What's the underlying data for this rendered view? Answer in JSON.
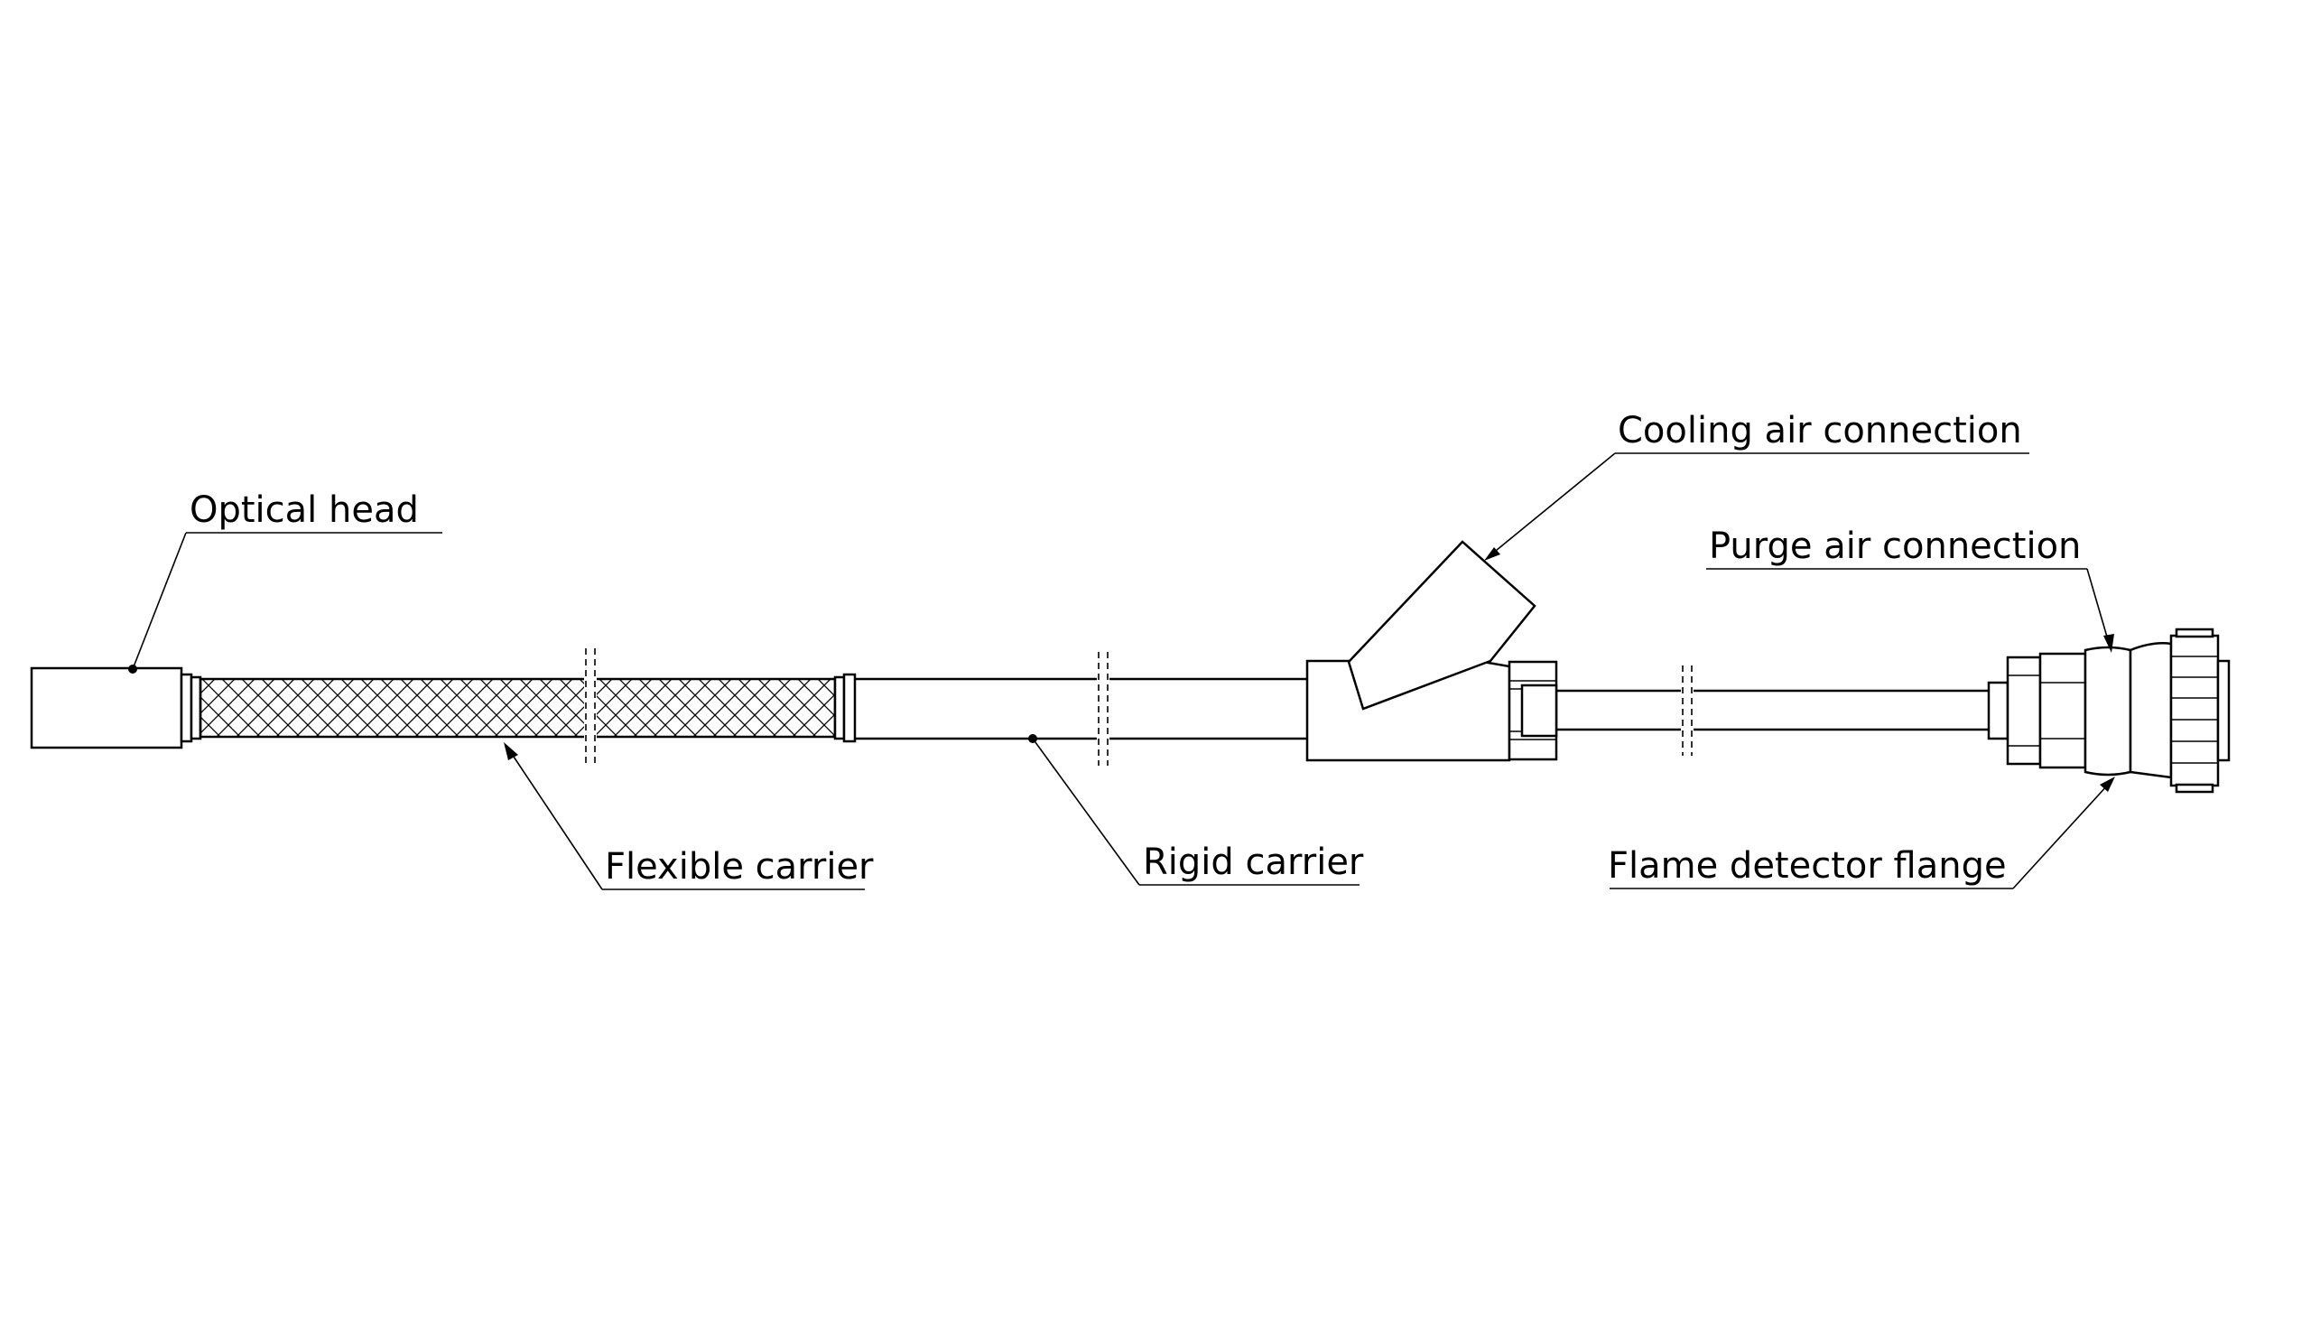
{
  "labels": {
    "optical_head": "Optical head",
    "flexible_carrier": "Flexible carrier",
    "rigid_carrier": "Rigid carrier",
    "cooling_air_connection": "Cooling air connection",
    "purge_air_connection": "Purge air connection",
    "flame_detector_flange": "Flame detector flange"
  }
}
